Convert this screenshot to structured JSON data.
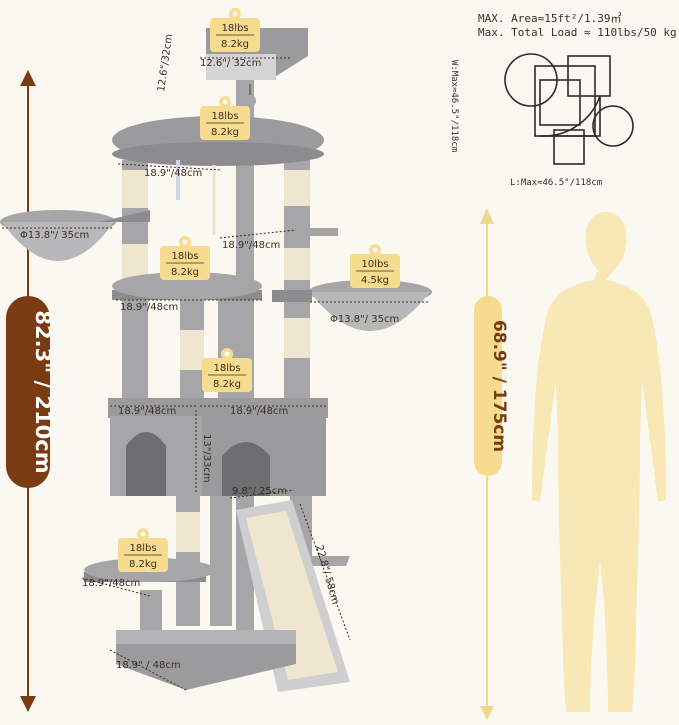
{
  "specs": {
    "area": "MAX. Area≈15ft²/1.39㎡",
    "load": "Max. Total Load ≈ 110lbs/50 kg",
    "width": "W:Max≈46.5\"/118cm",
    "length": "L:Max≈46.5\"/118cm"
  },
  "heights": {
    "tree": "82.3\" / 210cm",
    "person": "68.9\" / 175cm"
  },
  "weight_tags": [
    {
      "lbs": "18lbs",
      "kg": "8.2kg"
    },
    {
      "lbs": "18lbs",
      "kg": "8.2kg"
    },
    {
      "lbs": "18lbs",
      "kg": "8.2kg"
    },
    {
      "lbs": "10lbs",
      "kg": "4.5kg"
    },
    {
      "lbs": "18lbs",
      "kg": "8.2kg"
    },
    {
      "lbs": "18lbs",
      "kg": "8.2kg"
    }
  ],
  "dimensions": {
    "top_side": "12.6\"/32cm",
    "top_front": "12.6\"/ 32cm",
    "second_tier": "18.9\"/48cm",
    "basket_left": "Φ13.8\"/ 35cm",
    "mid_step": "18.9\"/48cm",
    "third_tier": "18.9\"/48cm",
    "basket_right": "Φ13.8\"/ 35cm",
    "condo_left": "18.9\"/48cm",
    "condo_right": "18.9\"/48cm",
    "condo_height": "13\"/33cm",
    "ramp_width": "9.8\"/ 25cm",
    "ramp_length": "22.8\"/ 58cm",
    "low_step": "18.9\"/48cm",
    "base": "18.9\" / 48cm"
  },
  "colors": {
    "plush": "#a6a6a8",
    "plush_dark": "#8c8c8f",
    "sisal": "#efe6cf",
    "accent": "#7a3a12",
    "tag": "#f7dc8f",
    "person": "#f8e8b6"
  }
}
